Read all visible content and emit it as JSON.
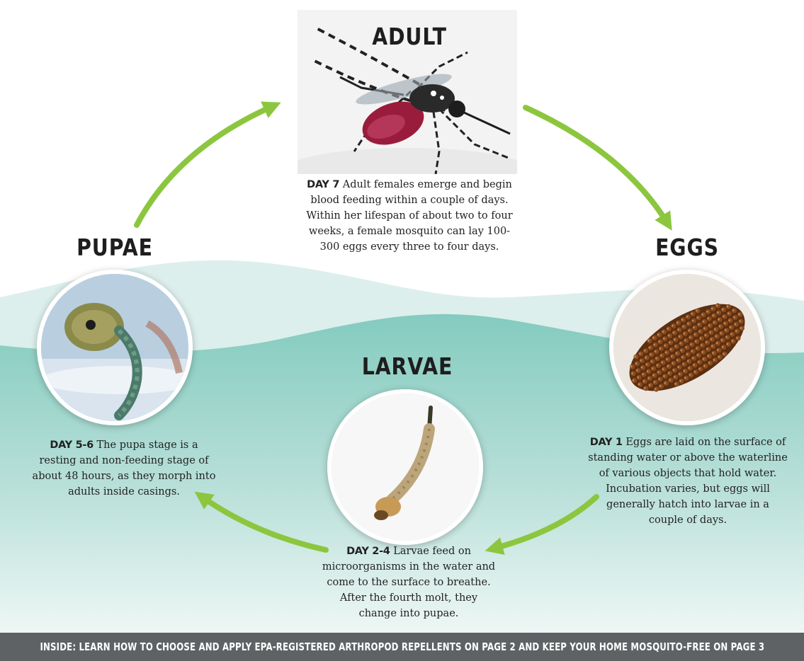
{
  "stages": {
    "adult": {
      "title": "ADULT",
      "day": "DAY 7",
      "text": "Adult females emerge and begin blood feeding within a couple of days. Within her lifespan of about two to four weeks, a female mosquito can lay 100-300 eggs every three to four days."
    },
    "eggs": {
      "title": "EGGS",
      "day": "DAY 1",
      "text": "Eggs are laid on the surface of standing water or above the waterline of various objects that hold water. Incubation varies, but eggs will generally hatch into larvae in a couple of days."
    },
    "larvae": {
      "title": "LARVAE",
      "day": "DAY 2-4",
      "text": "Larvae feed on microorganisms in the water and come to the surface to breathe. After the fourth molt, they change into pupae."
    },
    "pupae": {
      "title": "PUPAE",
      "day": "DAY 5-6",
      "text": "The pupa stage is a resting and non-feeding stage of about 48 hours, as they morph into adults inside casings."
    }
  },
  "footer": "INSIDE:  LEARN HOW TO CHOOSE AND APPLY EPA-REGISTERED ARTHROPOD REPELLENTS ON PAGE 2 AND KEEP YOUR HOME MOSQUITO-FREE ON PAGE 3",
  "colors": {
    "arrow": "#8cc63f",
    "water_light": "#dceeec",
    "water_dark": "#8fd0c6",
    "footer_bg": "#5f6264"
  },
  "icons": [
    "adult-mosquito-photo",
    "pupa-photo",
    "egg-raft-photo",
    "larva-photo",
    "cycle-arrow-icon"
  ]
}
